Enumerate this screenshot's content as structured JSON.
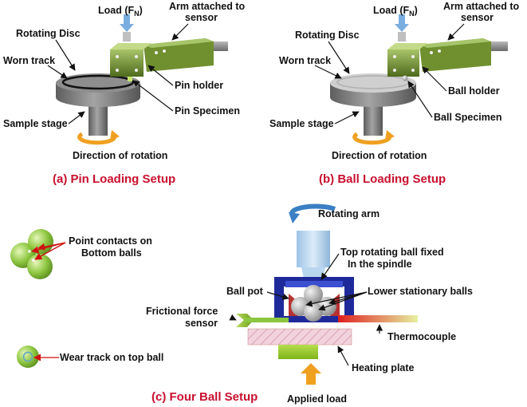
{
  "panel_a": {
    "load": "Load (F",
    "load_sub": "N",
    "load_close": ")",
    "arm_line1": "Arm attached to",
    "arm_line2": "sensor",
    "rotating_disc": "Rotating Disc",
    "worn_track": "Worn track",
    "holder": "Pin holder",
    "specimen": "Pin Specimen",
    "sample_stage": "Sample stage",
    "direction": "Direction of rotation",
    "caption": "(a) Pin Loading Setup"
  },
  "panel_b": {
    "load": "Load (F",
    "load_sub": "N",
    "load_close": ")",
    "arm_line1": "Arm attached to",
    "arm_line2": "sensor",
    "rotating_disc": "Rotating Disc",
    "worn_track": "Worn track",
    "holder": "Ball holder",
    "specimen": "Ball Specimen",
    "sample_stage": "Sample stage",
    "direction": "Direction of rotation",
    "caption": "(b) Ball Loading Setup"
  },
  "panel_c": {
    "point_contacts_line1": "Point contacts on",
    "point_contacts_line2": "Bottom balls",
    "wear_track": "Wear track on top ball",
    "rotating_arm": "Rotating arm",
    "top_ball_line1": "Top rotating ball fixed",
    "top_ball_line2": "In the spindle",
    "ball_pot": "Ball pot",
    "lower_balls": "Lower stationary balls",
    "friction_line1": "Frictional force",
    "friction_line2": "sensor",
    "thermocouple": "Thermocouple",
    "heating_plate": "Heating plate",
    "applied_load": "Applied load",
    "caption": "(c) Four Ball Setup"
  },
  "colors": {
    "caption": "#c8102e",
    "stage_gray": "#7d7d7d",
    "holder_green": "#6b8a2f",
    "ball_green": "#8cc63f",
    "pot_blue": "#1f2a9a",
    "arrow_blue": "#3b7fc4",
    "load_arrow": "#f0a020"
  }
}
